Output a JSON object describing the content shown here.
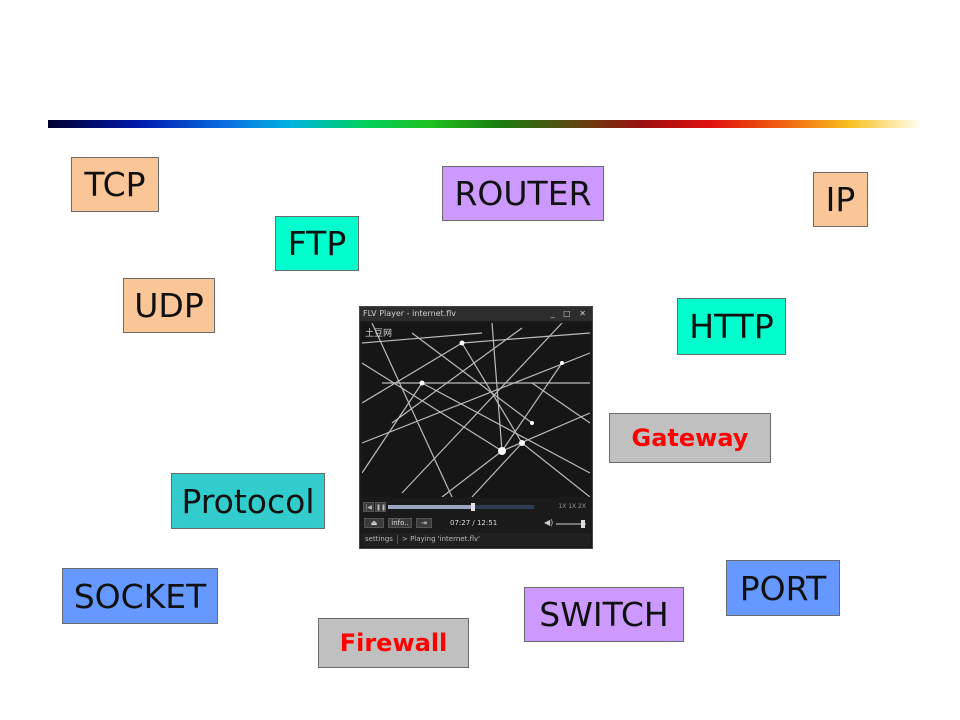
{
  "tags": {
    "tcp": "TCP",
    "router": "ROUTER",
    "ip": "IP",
    "ftp": "FTP",
    "udp": "UDP",
    "http": "HTTP",
    "gateway": "Gateway",
    "protocol": "Protocol",
    "port": "PORT",
    "socket": "SOCKET",
    "switch": "SWITCH",
    "firewall": "Firewall"
  },
  "player": {
    "title": "FLV Player - internet.flv",
    "window_buttons": "_ □ ✕",
    "watermark": "土豆网",
    "zoom_options": "1X 1X 2X",
    "info_label": "info..",
    "time": "07:27 / 12:51",
    "settings_label": "settings",
    "status": "> Playing 'internet.flv'",
    "progress": 0.58,
    "volume": 0.9
  },
  "colors": {
    "peach": "#fbc697",
    "lavender": "#cc99ff",
    "cyan": "#00ffcc",
    "teal": "#33cccc",
    "blue": "#6699ff",
    "grey": "#c0c0c0",
    "red_text": "#ff0000"
  }
}
